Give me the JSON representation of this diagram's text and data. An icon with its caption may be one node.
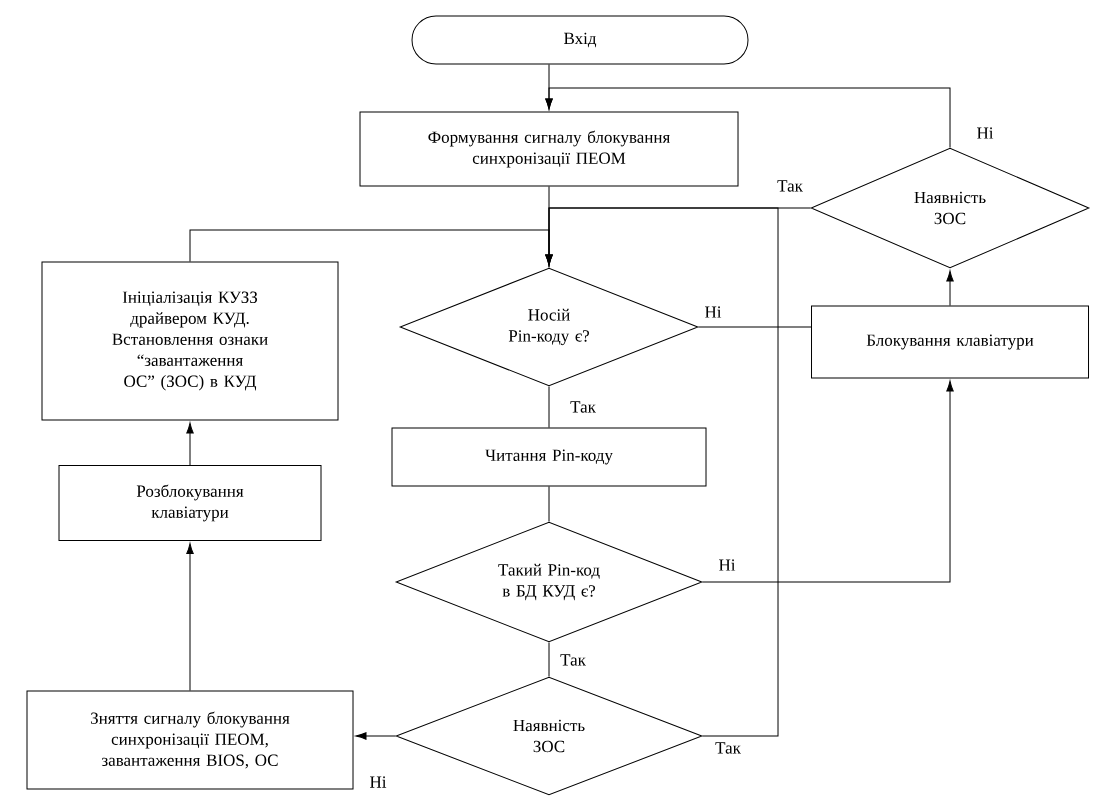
{
  "diagram": {
    "nodes": [
      {
        "text": [
          "Вхід"
        ]
      },
      {
        "text": [
          "Формування сигналу блокування синхронізації ПЕОМ"
        ]
      },
      {
        "text": [
          "Наявність ЗОС"
        ]
      },
      {
        "text": [
          "Ініціалізація КУЗЗ драйвером КУД. Встановлення ознаки “завантаження ОС” (ЗОС) в КУД"
        ]
      },
      {
        "text": [
          "Носій Pin-коду є?"
        ]
      },
      {
        "text": [
          "Блокування клавіатури"
        ]
      },
      {
        "text": [
          "Читання Pin-коду"
        ]
      },
      {
        "text": [
          "Розблокування клавіатури"
        ]
      },
      {
        "text": [
          "Такий Pin-код в БД КУД є?"
        ]
      },
      {
        "text": [
          "Зняття сигналу блокування синхронізації ПЕОМ, завантаження BIOS, ОС"
        ]
      },
      {
        "text": [
          "Наявність ЗОС"
        ]
      }
    ],
    "edges": [
      {
        "from": 0,
        "to": 1,
        "arrow": "to"
      },
      {
        "from": 2,
        "to": 1,
        "arrow": "to",
        "label": "Ні"
      },
      {
        "from": 1,
        "to": 4,
        "arrow": "none"
      },
      {
        "from": 2,
        "to": 4,
        "arrow": "to",
        "label": "Так"
      },
      {
        "from": 3,
        "to": 4,
        "arrow": "to"
      },
      {
        "from": 4,
        "to": 5,
        "arrow": "none",
        "label": "Ні"
      },
      {
        "from": 5,
        "to": 2,
        "arrow": "to"
      },
      {
        "from": 4,
        "to": 6,
        "arrow": "none",
        "label": "Так"
      },
      {
        "from": 6,
        "to": 8,
        "arrow": "none"
      },
      {
        "from": 8,
        "to": 5,
        "arrow": "to",
        "label": "Ні"
      },
      {
        "from": 8,
        "to": 10,
        "arrow": "none",
        "label": "Так"
      },
      {
        "from": 10,
        "to": 4,
        "arrow": "to",
        "label": "Так"
      },
      {
        "from": 10,
        "to": 9,
        "arrow": "to",
        "label": "Ні"
      },
      {
        "from": 9,
        "to": 7,
        "arrow": "to"
      },
      {
        "from": 7,
        "to": 3,
        "arrow": "to"
      }
    ]
  }
}
